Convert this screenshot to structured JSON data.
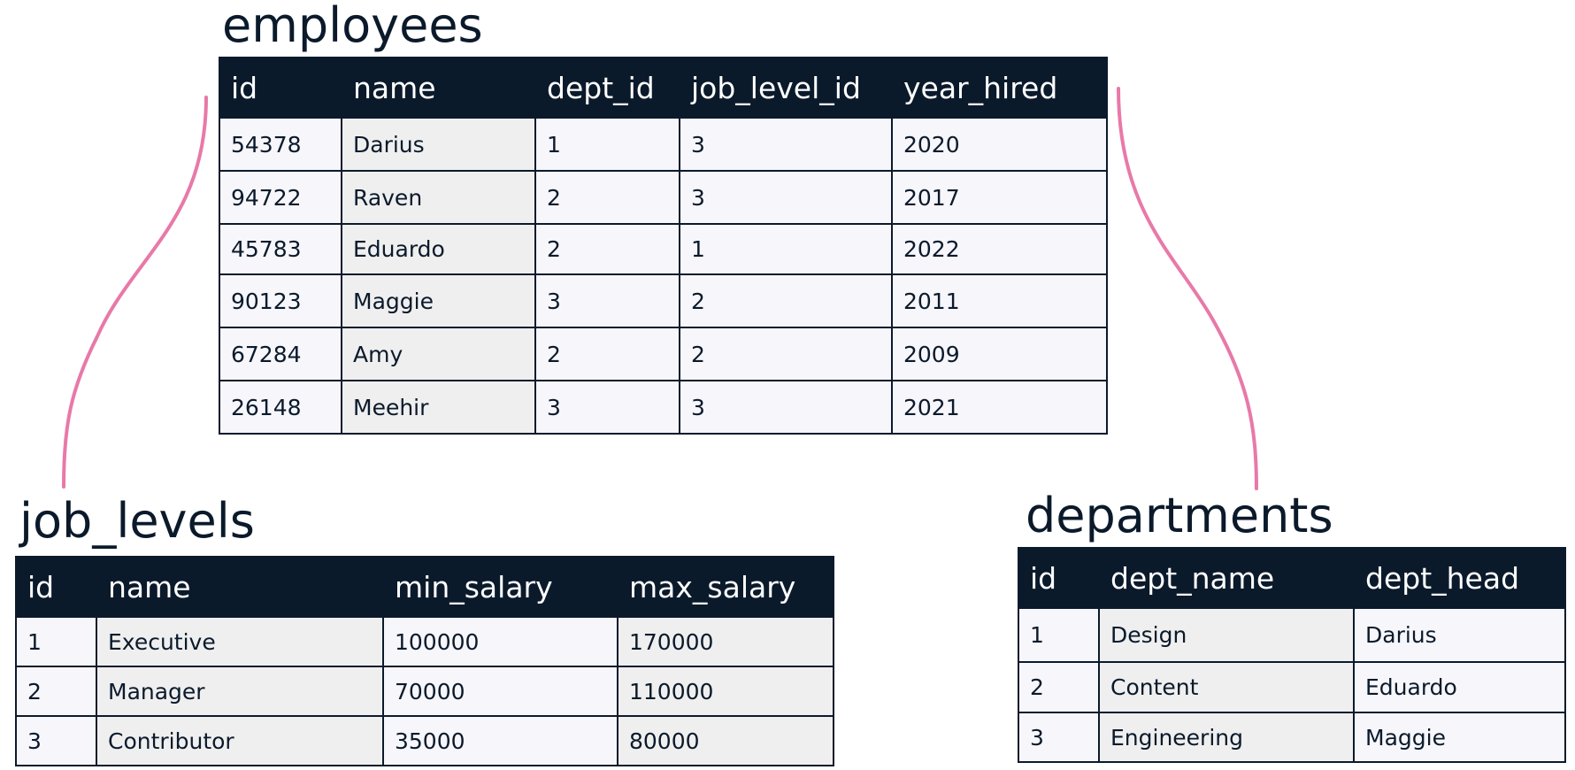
{
  "employees": {
    "title": "employees",
    "headers": [
      "id",
      "name",
      "dept_id",
      "job_level_id",
      "year_hired"
    ],
    "rows": [
      [
        "54378",
        "Darius",
        "1",
        "3",
        "2020"
      ],
      [
        "94722",
        "Raven",
        "2",
        "3",
        "2017"
      ],
      [
        "45783",
        "Eduardo",
        "2",
        "1",
        "2022"
      ],
      [
        "90123",
        "Maggie",
        "3",
        "2",
        "2011"
      ],
      [
        "67284",
        "Amy",
        "2",
        "2",
        "2009"
      ],
      [
        "26148",
        "Meehir",
        "3",
        "3",
        "2021"
      ]
    ]
  },
  "job_levels": {
    "title": "job_levels",
    "headers": [
      "id",
      "name",
      "min_salary",
      "max_salary"
    ],
    "rows": [
      [
        "1",
        "Executive",
        "100000",
        "170000"
      ],
      [
        "2",
        "Manager",
        "70000",
        "110000"
      ],
      [
        "3",
        "Contributor",
        "35000",
        "80000"
      ]
    ]
  },
  "departments": {
    "title": "departments",
    "headers": [
      "id",
      "dept_name",
      "dept_head"
    ],
    "rows": [
      [
        "1",
        "Design",
        "Darius"
      ],
      [
        "2",
        "Content",
        "Eduardo"
      ],
      [
        "3",
        "Engineering",
        "Maggie"
      ]
    ]
  },
  "colors": {
    "header_bg": "#0b1a2b",
    "connector": "#e879a8"
  }
}
